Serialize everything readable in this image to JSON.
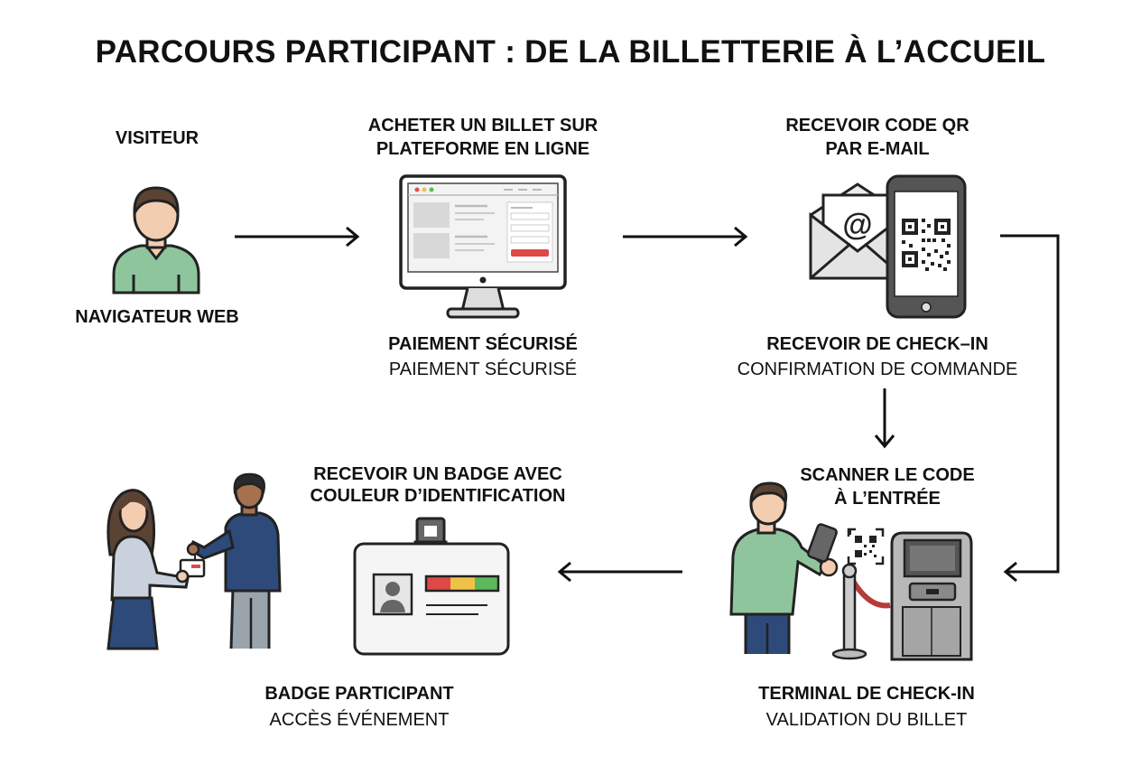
{
  "title": "PARCOURS PARTICIPANT : DE LA BILLETTERIE À L’ACCUEIL",
  "steps": {
    "visitor": {
      "top": "VISITEUR",
      "bottom": "NAVIGATEUR WEB"
    },
    "buy": {
      "top_line1": "ACHETER UN BILLET SUR",
      "top_line2": "PLATEFORME EN LIGNE",
      "bottom_bold": "PAIEMENT SÉCURISÉ",
      "bottom_regular": "PAIEMENT SÉCURISÉ"
    },
    "qr": {
      "top_line1": "RECEVOIR CODE QR",
      "top_line2": "PAR E-MAIL",
      "bottom_bold": "RECEVOIR DE CHECK–IN",
      "bottom_regular": "CONFIRMATION DE COMMANDE"
    },
    "scan": {
      "top_line1": "SCANNER LE CODE",
      "top_line2": "À L’ENTRÉE",
      "bottom_bold": "TERMINAL DE CHECK-IN",
      "bottom_regular": "VALIDATION DU BILLET"
    },
    "badge": {
      "top_line1": "RECEVOIR UN BADGE AVEC",
      "top_line2": "COULEUR D’IDENTIFICATION",
      "bottom_bold": "BADGE PARTICIPANT",
      "bottom_regular": "ACCÈS ÉVÉNEMENT"
    }
  },
  "icons": {
    "visitor": "person-icon",
    "computer": "desktop-monitor-icon",
    "email": "envelope-at-icon",
    "phone": "smartphone-qr-icon",
    "scan": "person-scanning-icon",
    "kiosk": "check-in-kiosk-icon",
    "badge": "id-badge-icon",
    "handover": "badge-handover-icon"
  },
  "colors": {
    "skin": "#f2cdb0",
    "shirt_green": "#8fc59d",
    "hair": "#5b4334",
    "badge_red": "#e04848",
    "badge_yellow": "#f0c24a",
    "badge_green": "#5cb85c"
  }
}
